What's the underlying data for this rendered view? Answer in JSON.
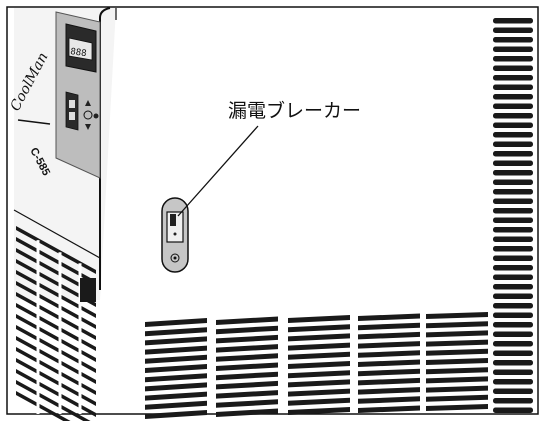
{
  "callout": {
    "label": "漏電ブレーカー"
  },
  "device": {
    "brand": "CoolMan",
    "model": "C-585",
    "display_readout": "888"
  },
  "colors": {
    "line": "#111111",
    "panel": "#b9b9b9",
    "panel_dark": "#8a8a8a",
    "vent": "#1a1a1a",
    "background": "#ffffff"
  }
}
